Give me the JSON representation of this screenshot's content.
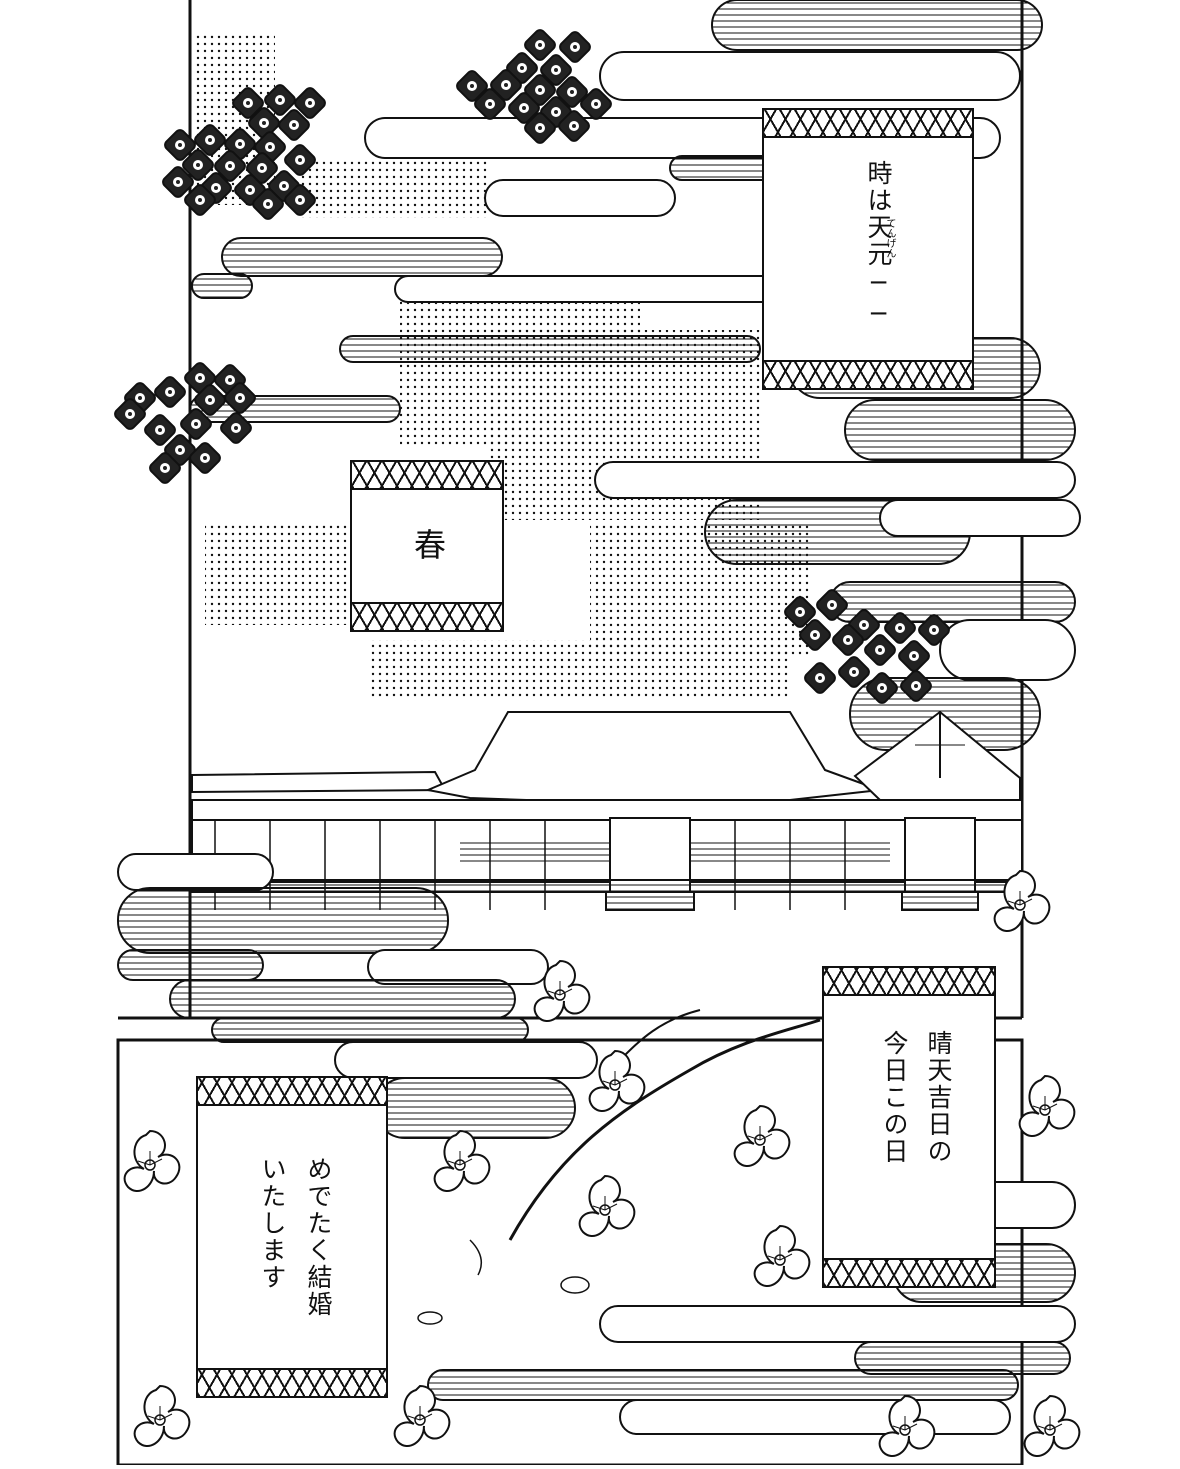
{
  "captions": {
    "era_text": "時は天元──",
    "era_ruby": "てんげん",
    "season": "春",
    "date_line1": "晴天吉日の",
    "date_line2": "今日この日",
    "wed_line1": "めでたく結婚",
    "wed_line2": "いたします"
  },
  "colors": {
    "ink": "#111111",
    "paper": "#ffffff"
  }
}
